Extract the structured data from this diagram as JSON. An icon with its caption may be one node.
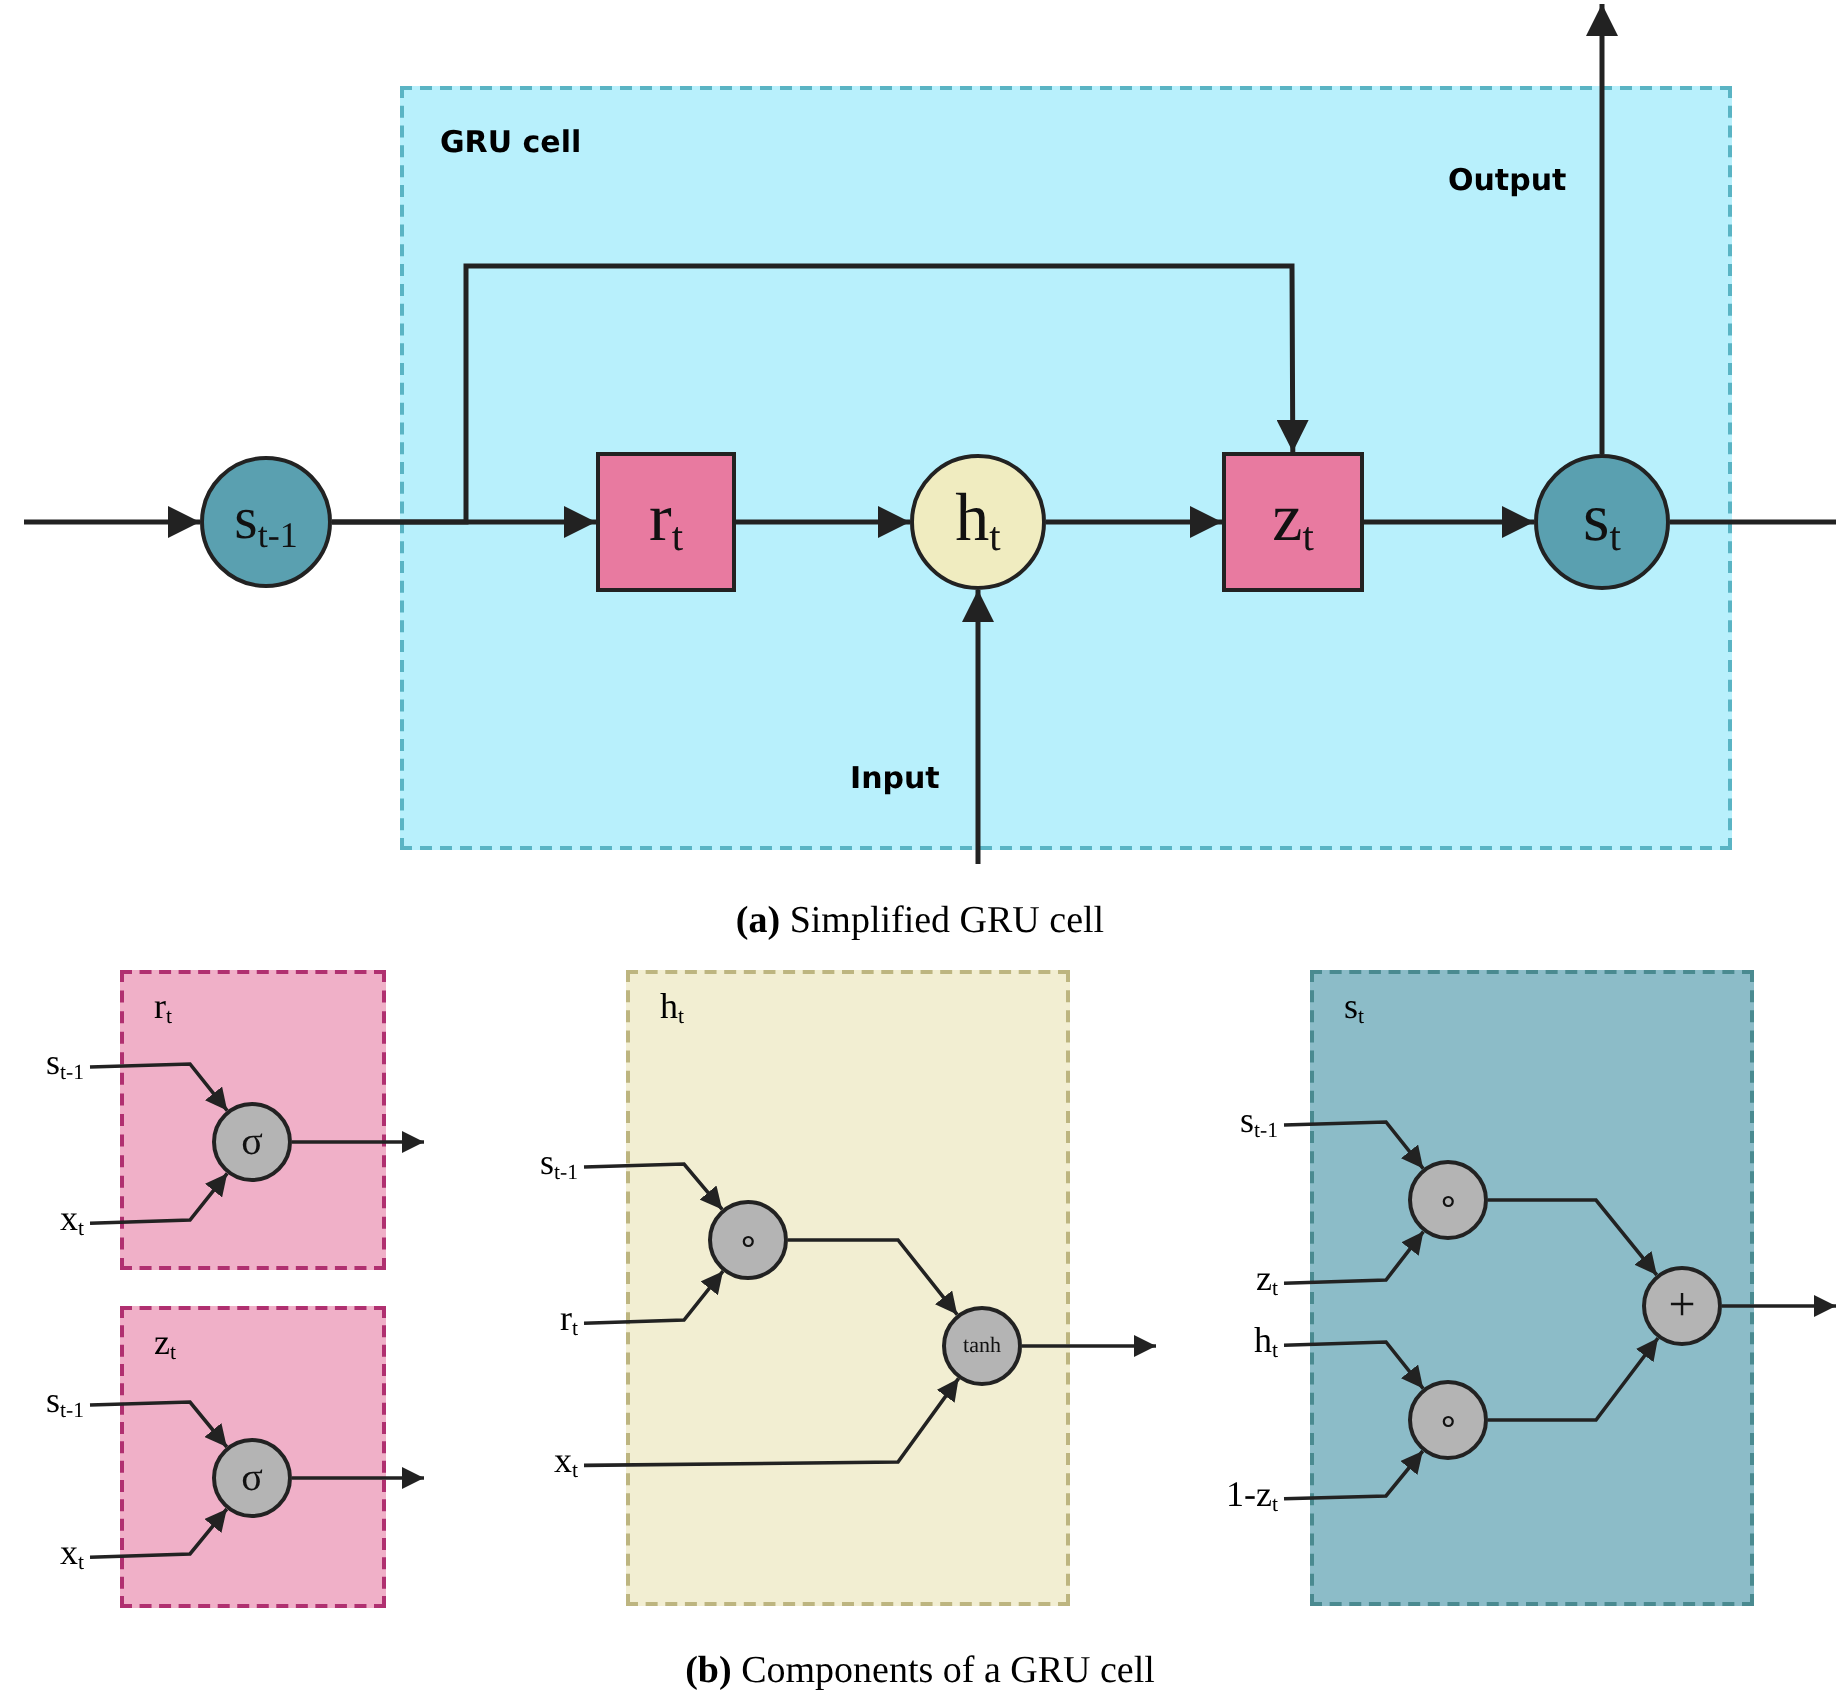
{
  "diagram": {
    "nodes": [
      {
        "text": [
          "GRU cell"
        ]
      },
      {
        "text": [
          "s$_{t-1}$"
        ]
      },
      {
        "text": [
          "r$_{t}$"
        ],
        "in": 0
      },
      {
        "text": [
          "h$_{t}$"
        ],
        "in": 0
      },
      {
        "text": [
          "z$_{t}$"
        ],
        "in": 0
      },
      {
        "text": [
          "s$_{t}$"
        ],
        "in": 0
      },
      {
        "text": [
          "r$_{t}$"
        ]
      },
      {
        "text": [
          "s$_{t-1}$"
        ]
      },
      {
        "text": [
          "x$_{t}$"
        ]
      },
      {
        "text": [
          "σ"
        ],
        "in": 6
      },
      {
        "text": [
          "z$_{t}$"
        ]
      },
      {
        "text": [
          "s$_{t-1}$"
        ]
      },
      {
        "text": [
          "x$_{t}$"
        ]
      },
      {
        "text": [
          "σ"
        ],
        "in": 10
      },
      {
        "text": [
          "h$_{t}$"
        ]
      },
      {
        "text": [
          "s$_{t-1}$"
        ]
      },
      {
        "text": [
          "r$_{t}$"
        ]
      },
      {
        "text": [
          "x$_{t}$"
        ]
      },
      {
        "text": [
          "∘"
        ],
        "in": 14
      },
      {
        "text": [
          "tanh"
        ],
        "in": 14
      },
      {
        "text": [
          "s$_{t}$"
        ]
      },
      {
        "text": [
          "s$_{t-1}$"
        ]
      },
      {
        "text": [
          "z$_{t}$"
        ]
      },
      {
        "text": [
          "h$_{t}$"
        ]
      },
      {
        "text": [
          "1-z$_{t}$"
        ]
      },
      {
        "text": [
          "∘"
        ],
        "in": 20
      },
      {
        "text": [
          "∘"
        ],
        "in": 20
      },
      {
        "text": [
          "+"
        ],
        "in": 20
      }
    ],
    "edges": [
      {
        "from": null,
        "to": 1,
        "arrow": "to"
      },
      {
        "from": 1,
        "to": 2,
        "arrow": "to"
      },
      {
        "from": 1,
        "to": 4,
        "arrow": "to"
      },
      {
        "from": 2,
        "to": 3,
        "arrow": "to"
      },
      {
        "from": 3,
        "to": 4,
        "arrow": "to"
      },
      {
        "from": 4,
        "to": 5,
        "arrow": "to"
      },
      {
        "from": null,
        "to": 3,
        "arrow": "to",
        "label": "Input"
      },
      {
        "from": 5,
        "to": null,
        "arrow": "to",
        "label": "Output"
      },
      {
        "from": 5,
        "to": null,
        "arrow": "none"
      },
      {
        "from": 7,
        "to": 9,
        "arrow": "to"
      },
      {
        "from": 8,
        "to": 9,
        "arrow": "to"
      },
      {
        "from": 9,
        "to": null,
        "arrow": "to"
      },
      {
        "from": 11,
        "to": 13,
        "arrow": "to"
      },
      {
        "from": 12,
        "to": 13,
        "arrow": "to"
      },
      {
        "from": 13,
        "to": null,
        "arrow": "to"
      },
      {
        "from": 15,
        "to": 18,
        "arrow": "to"
      },
      {
        "from": 16,
        "to": 18,
        "arrow": "to"
      },
      {
        "from": 18,
        "to": 19,
        "arrow": "to"
      },
      {
        "from": 17,
        "to": 19,
        "arrow": "to"
      },
      {
        "from": 19,
        "to": null,
        "arrow": "to"
      },
      {
        "from": 21,
        "to": 25,
        "arrow": "to"
      },
      {
        "from": 22,
        "to": 25,
        "arrow": "to"
      },
      {
        "from": 23,
        "to": 26,
        "arrow": "to"
      },
      {
        "from": 24,
        "to": 26,
        "arrow": "to"
      },
      {
        "from": 25,
        "to": 27,
        "arrow": "to"
      },
      {
        "from": 26,
        "to": 27,
        "arrow": "to"
      },
      {
        "from": 27,
        "to": null,
        "arrow": "to"
      }
    ],
    "labels": [
      "**(a)** Simplified GRU cell",
      "**(b)** Components of a GRU cell"
    ]
  }
}
